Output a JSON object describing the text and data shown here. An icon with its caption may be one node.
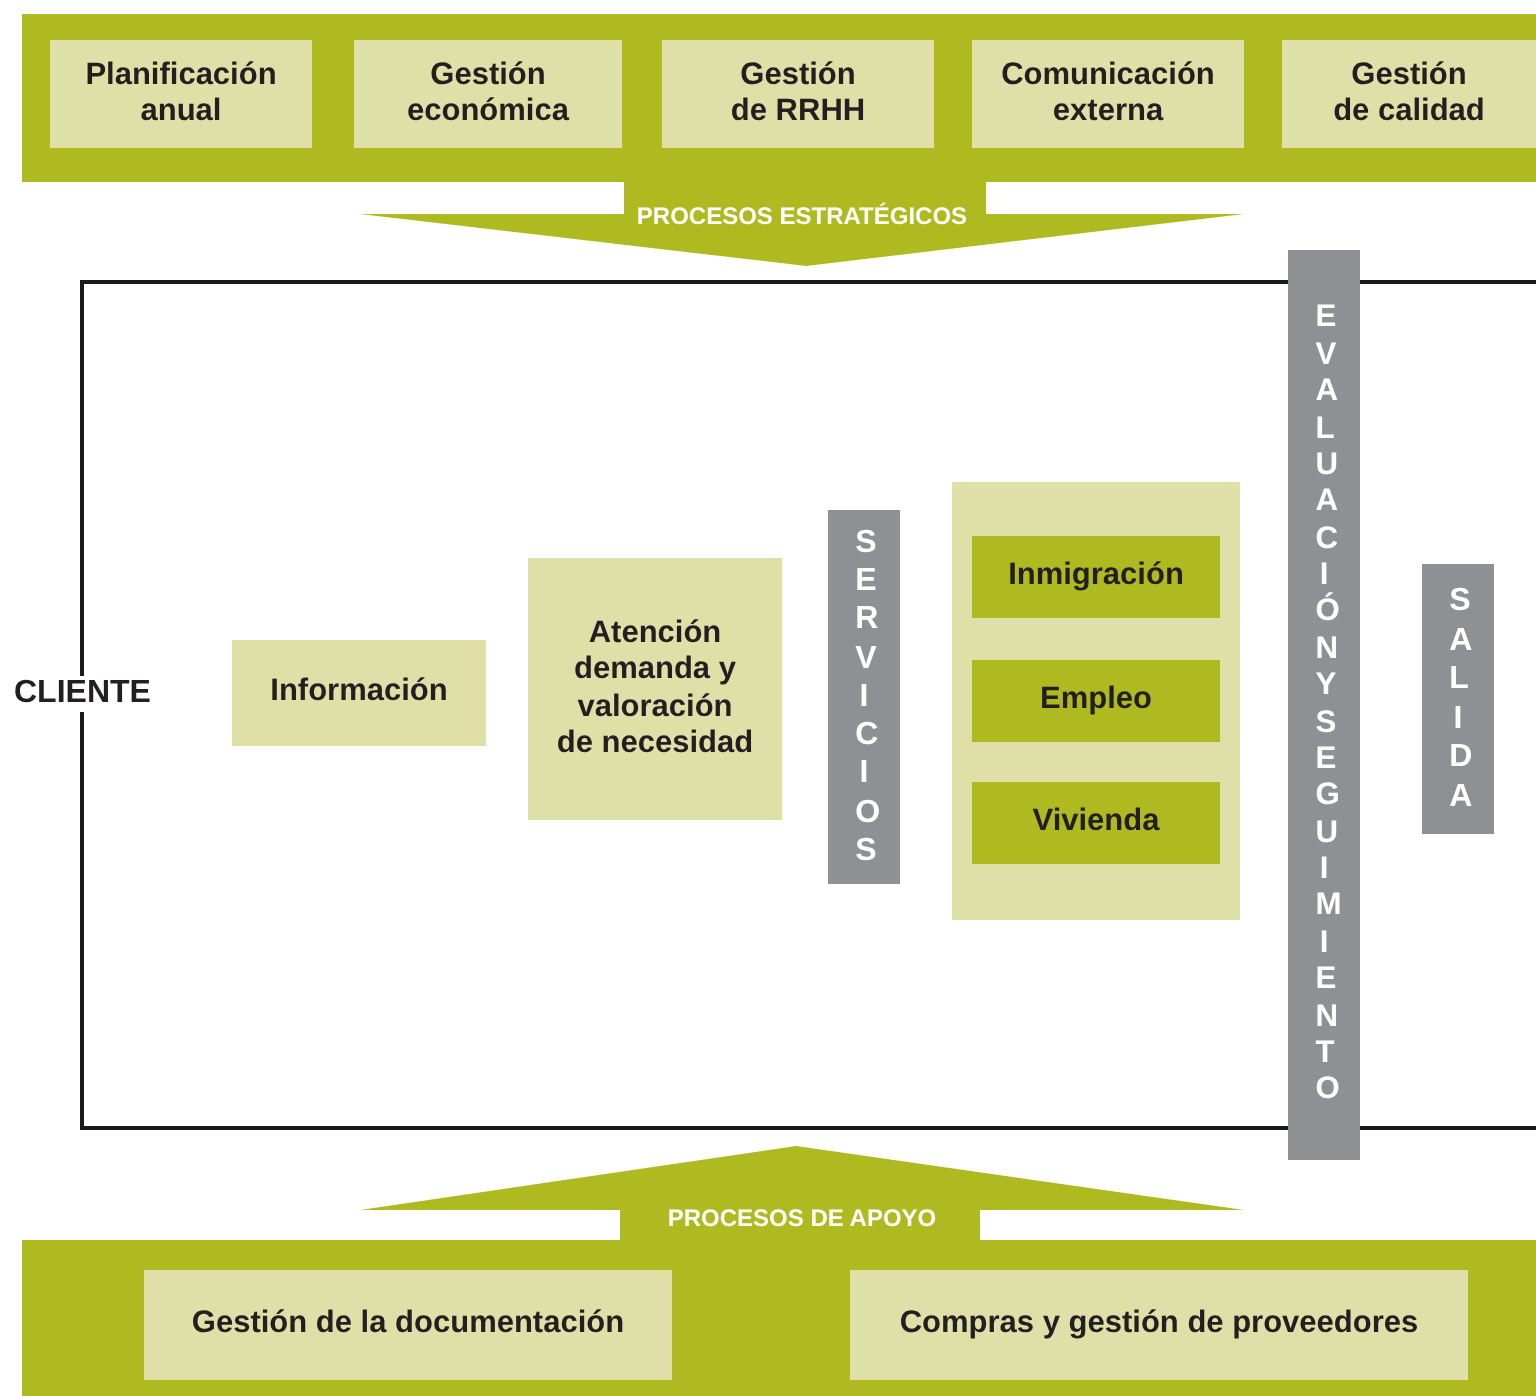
{
  "diagram": {
    "nodes": [
      {
        "text": [],
        "shape": "box"
      },
      {
        "text": [
          "Planificación anual"
        ],
        "in": 0
      },
      {
        "text": [
          "Gestión económica"
        ],
        "in": 0
      },
      {
        "text": [
          "Gestión de RRHH"
        ],
        "in": 0
      },
      {
        "text": [
          "Comunicación externa"
        ],
        "in": 0
      },
      {
        "text": [
          "Gestión de calidad"
        ],
        "in": 0
      },
      {
        "text": [
          "PROCESOS ESTRATÉGICOS"
        ]
      },
      {
        "text": [],
        "shape": "box"
      },
      {
        "text": [
          "Información"
        ],
        "in": 7
      },
      {
        "text": [
          "Atención demanda y valoración de necesidad"
        ],
        "in": 7
      },
      {
        "text": [
          "SERVICIOS"
        ],
        "in": 7
      },
      {
        "text": [],
        "shape": "box",
        "in": 7
      },
      {
        "text": [
          "Inmigración"
        ],
        "in": 11
      },
      {
        "text": [
          "Empleo"
        ],
        "in": 11
      },
      {
        "text": [
          "Vivienda"
        ],
        "in": 11
      },
      {
        "text": [
          "EVALUACIÓN Y SEGUIMIENTO"
        ]
      },
      {
        "text": [
          "SALIDA"
        ],
        "in": 7
      },
      {
        "text": [
          "PROCESOS DE APOYO"
        ]
      },
      {
        "text": [],
        "shape": "box"
      },
      {
        "text": [
          "Gestión de la documentación"
        ],
        "in": 18
      },
      {
        "text": [
          "Compras y gestión de proveedores"
        ],
        "in": 18
      }
    ],
    "edges": [],
    "labels": [
      "CLIENTE"
    ]
  }
}
